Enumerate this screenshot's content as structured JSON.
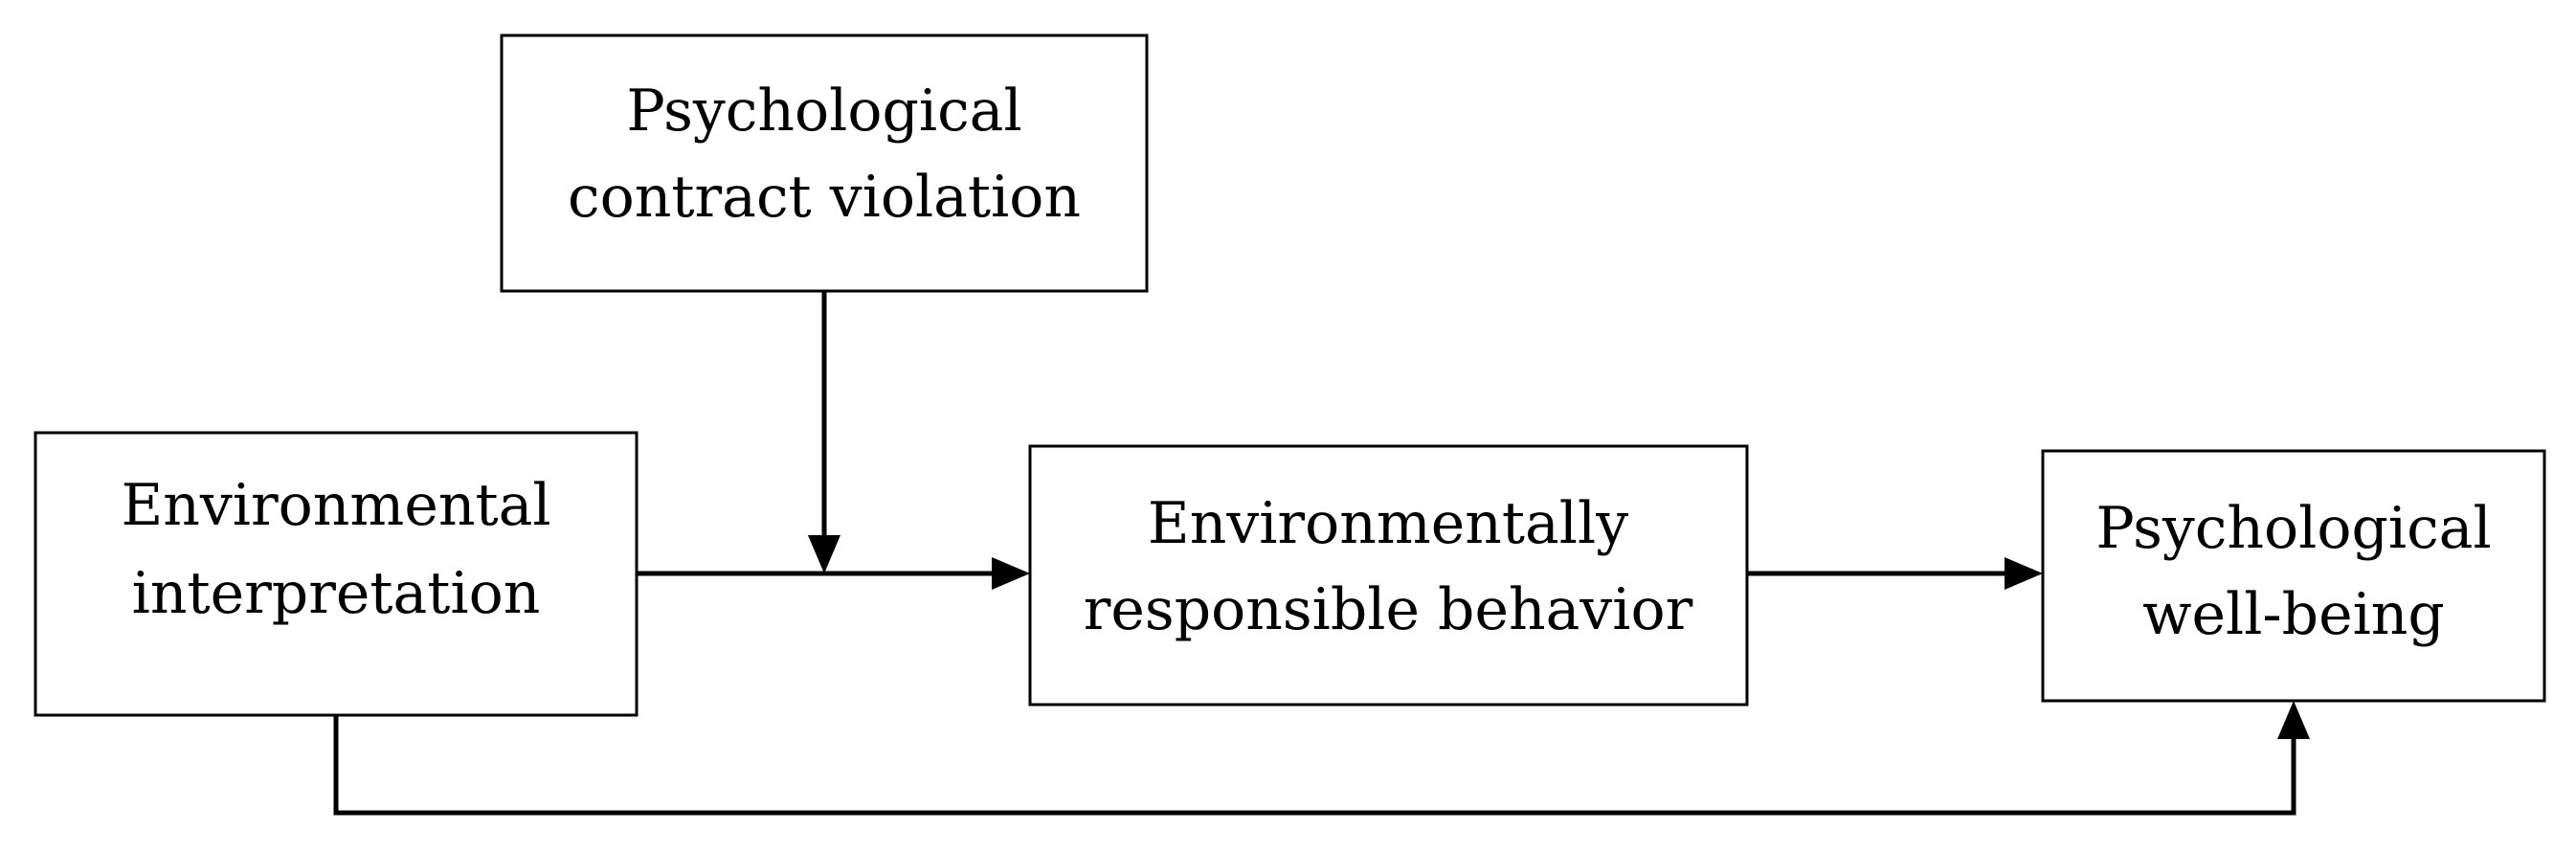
{
  "nodes": {
    "psychological_contract_violation": {
      "line1": "Psychological",
      "line2": "contract violation"
    },
    "environmental_interpretation": {
      "line1": "Environmental",
      "line2": "interpretation"
    },
    "environmentally_responsible_behavior": {
      "line1": "Environmentally",
      "line2": "responsible behavior"
    },
    "psychological_well_being": {
      "line1": "Psychological",
      "line2": "well-being"
    }
  },
  "edges": [
    {
      "from": "environmental_interpretation",
      "to": "environmentally_responsible_behavior"
    },
    {
      "from": "environmentally_responsible_behavior",
      "to": "psychological_well_being"
    },
    {
      "from": "psychological_contract_violation",
      "to": "environmental_interpretation -> environmentally_responsible_behavior path"
    },
    {
      "from": "environmental_interpretation",
      "to": "psychological_well_being"
    }
  ]
}
